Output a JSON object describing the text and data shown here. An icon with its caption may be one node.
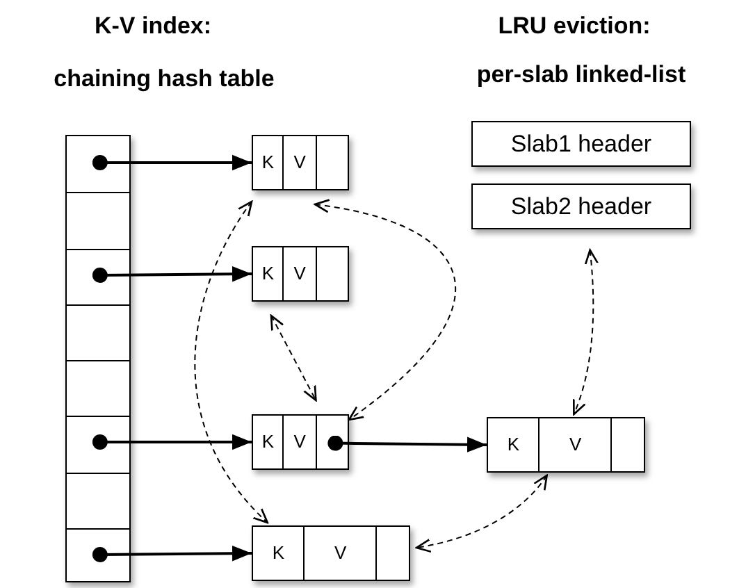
{
  "diagram": {
    "nodes": [
      {
        "text": [],
        "shape": "box"
      },
      {
        "text": [],
        "shape": "box",
        "in": 0
      },
      {
        "text": [],
        "shape": "box",
        "in": 0
      },
      {
        "text": [],
        "shape": "box",
        "in": 0
      },
      {
        "text": [],
        "shape": "box",
        "in": 0
      },
      {
        "text": [],
        "shape": "box",
        "in": 0
      },
      {
        "text": [],
        "shape": "box",
        "in": 0
      },
      {
        "text": [],
        "shape": "box",
        "in": 0
      },
      {
        "text": [],
        "shape": "box",
        "in": 0
      },
      {
        "text": [
          "K",
          "V"
        ]
      },
      {
        "text": [
          "K",
          "V"
        ]
      },
      {
        "text": [
          "K",
          "V"
        ]
      },
      {
        "text": [
          "K",
          "V"
        ]
      },
      {
        "text": [
          "K",
          "V"
        ]
      },
      {
        "text": [
          "Slab1 header"
        ]
      },
      {
        "text": [
          "Slab2 header"
        ]
      }
    ],
    "edges": [
      {
        "from": 1,
        "to": 9,
        "arrow": "to"
      },
      {
        "from": 3,
        "to": 10,
        "arrow": "to"
      },
      {
        "from": 6,
        "to": 11,
        "arrow": "to"
      },
      {
        "from": 8,
        "to": 13,
        "arrow": "to"
      },
      {
        "from": 11,
        "to": 12,
        "arrow": "to"
      },
      {
        "from": 9,
        "to": 13,
        "arrow": "both",
        "style": "dashed"
      },
      {
        "from": 9,
        "to": 11,
        "arrow": "both",
        "style": "dashed"
      },
      {
        "from": 10,
        "to": 11,
        "arrow": "both",
        "style": "dashed"
      },
      {
        "from": 15,
        "to": 12,
        "arrow": "both",
        "style": "dashed"
      },
      {
        "from": 12,
        "to": 13,
        "arrow": "both",
        "style": "dashed"
      }
    ],
    "labels": [
      "K-V index:",
      "chaining hash table",
      "LRU eviction:",
      "per-slab linked-list"
    ]
  }
}
